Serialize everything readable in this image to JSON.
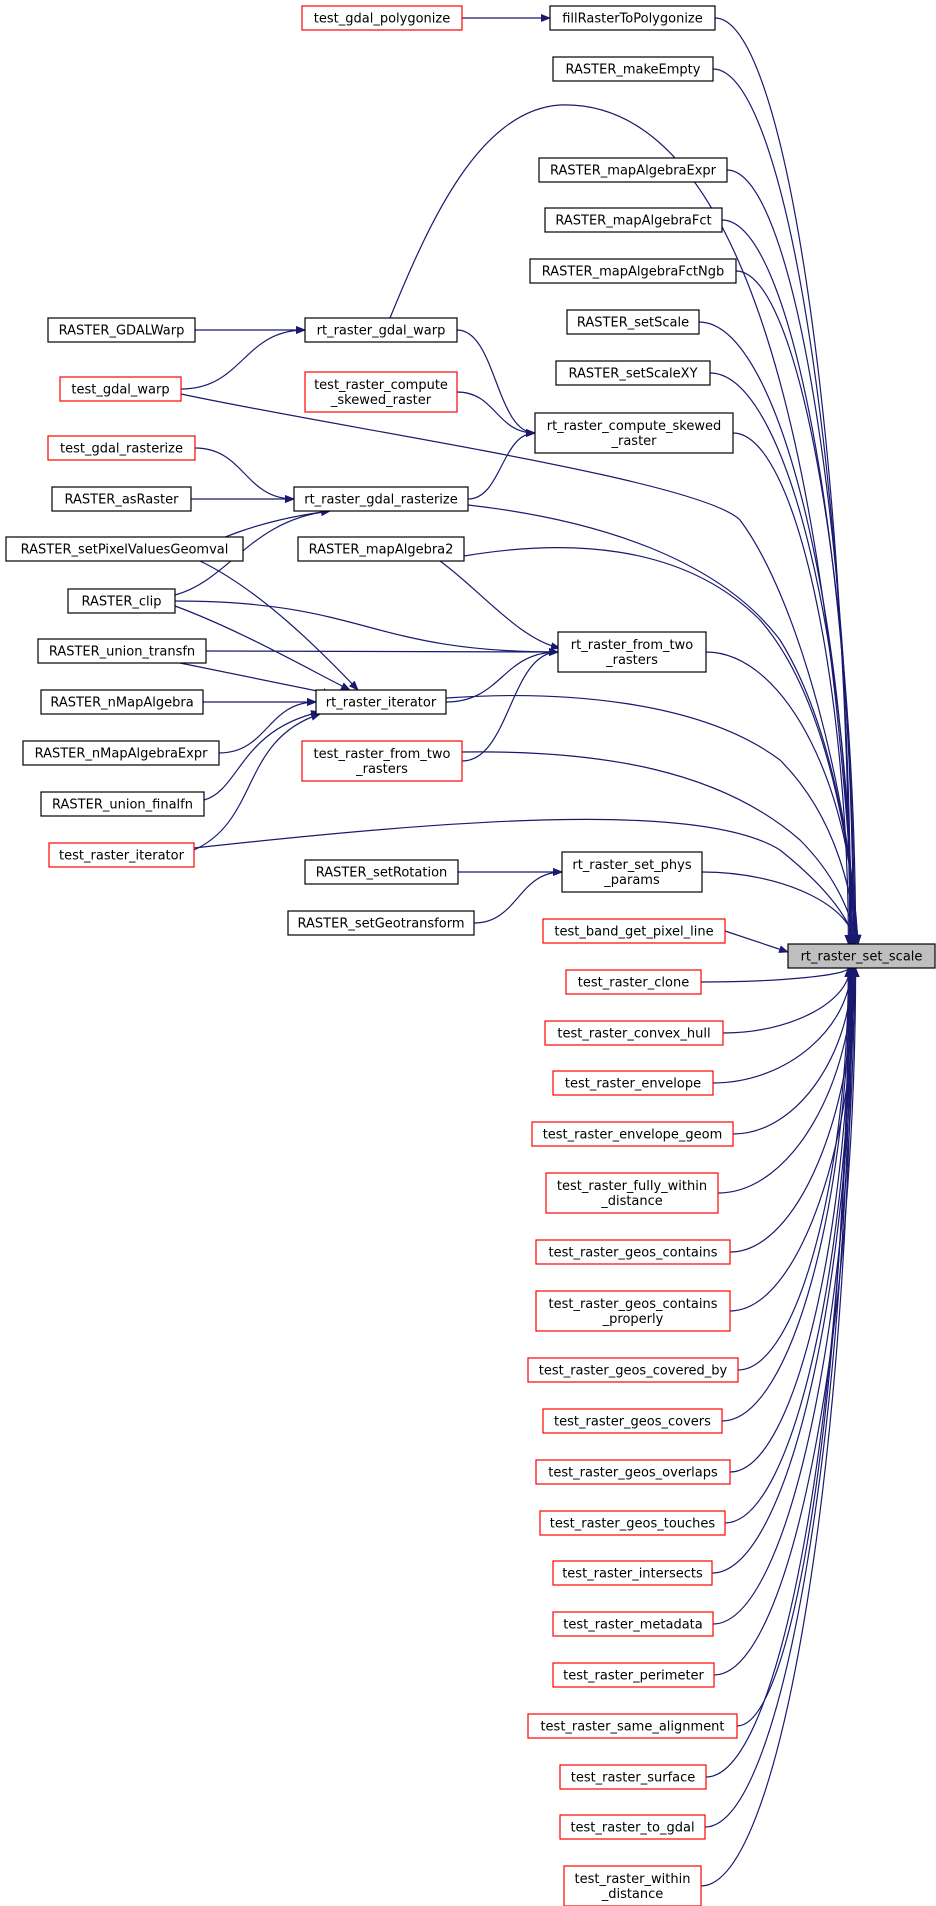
{
  "graph": {
    "target": "rt_raster_set_scale",
    "nodes": [
      {
        "id": "test_gdal_polygonize",
        "lines": [
          "test_gdal_polygonize"
        ],
        "color": "red"
      },
      {
        "id": "fillRasterToPolygonize",
        "lines": [
          "fillRasterToPolygonize"
        ],
        "color": "black"
      },
      {
        "id": "RASTER_makeEmpty",
        "lines": [
          "RASTER_makeEmpty"
        ],
        "color": "black"
      },
      {
        "id": "RASTER_mapAlgebraExpr",
        "lines": [
          "RASTER_mapAlgebraExpr"
        ],
        "color": "black"
      },
      {
        "id": "RASTER_mapAlgebraFct",
        "lines": [
          "RASTER_mapAlgebraFct"
        ],
        "color": "black"
      },
      {
        "id": "RASTER_mapAlgebraFctNgb",
        "lines": [
          "RASTER_mapAlgebraFctNgb"
        ],
        "color": "black"
      },
      {
        "id": "RASTER_GDALWarp",
        "lines": [
          "RASTER_GDALWarp"
        ],
        "color": "black"
      },
      {
        "id": "rt_raster_gdal_warp",
        "lines": [
          "rt_raster_gdal_warp"
        ],
        "color": "black"
      },
      {
        "id": "RASTER_setScale",
        "lines": [
          "RASTER_setScale"
        ],
        "color": "black"
      },
      {
        "id": "test_gdal_warp",
        "lines": [
          "test_gdal_warp"
        ],
        "color": "red"
      },
      {
        "id": "RASTER_setScaleXY",
        "lines": [
          "RASTER_setScaleXY"
        ],
        "color": "black"
      },
      {
        "id": "test_raster_compute_skewed_raster",
        "lines": [
          "test_raster_compute",
          "_skewed_raster"
        ],
        "color": "red"
      },
      {
        "id": "rt_raster_compute_skewed_raster",
        "lines": [
          "rt_raster_compute_skewed",
          "_raster"
        ],
        "color": "black"
      },
      {
        "id": "test_gdal_rasterize",
        "lines": [
          "test_gdal_rasterize"
        ],
        "color": "red"
      },
      {
        "id": "RASTER_asRaster",
        "lines": [
          "RASTER_asRaster"
        ],
        "color": "black"
      },
      {
        "id": "rt_raster_gdal_rasterize",
        "lines": [
          "rt_raster_gdal_rasterize"
        ],
        "color": "black"
      },
      {
        "id": "RASTER_setPixelValuesGeomval",
        "lines": [
          "RASTER_setPixelValuesGeomval"
        ],
        "color": "black"
      },
      {
        "id": "RASTER_mapAlgebra2",
        "lines": [
          "RASTER_mapAlgebra2"
        ],
        "color": "black"
      },
      {
        "id": "RASTER_clip",
        "lines": [
          "RASTER_clip"
        ],
        "color": "black"
      },
      {
        "id": "rt_raster_from_two_rasters",
        "lines": [
          "rt_raster_from_two",
          "_rasters"
        ],
        "color": "black"
      },
      {
        "id": "RASTER_union_transfn",
        "lines": [
          "RASTER_union_transfn"
        ],
        "color": "black"
      },
      {
        "id": "RASTER_nMapAlgebra",
        "lines": [
          "RASTER_nMapAlgebra"
        ],
        "color": "black"
      },
      {
        "id": "rt_raster_iterator",
        "lines": [
          "rt_raster_iterator"
        ],
        "color": "black"
      },
      {
        "id": "RASTER_nMapAlgebraExpr",
        "lines": [
          "RASTER_nMapAlgebraExpr"
        ],
        "color": "black"
      },
      {
        "id": "test_raster_from_two_rasters",
        "lines": [
          "test_raster_from_two",
          "_rasters"
        ],
        "color": "red"
      },
      {
        "id": "RASTER_union_finalfn",
        "lines": [
          "RASTER_union_finalfn"
        ],
        "color": "black"
      },
      {
        "id": "test_raster_iterator",
        "lines": [
          "test_raster_iterator"
        ],
        "color": "red"
      },
      {
        "id": "RASTER_setRotation",
        "lines": [
          "RASTER_setRotation"
        ],
        "color": "black"
      },
      {
        "id": "rt_raster_set_phys_params",
        "lines": [
          "rt_raster_set_phys",
          "_params"
        ],
        "color": "black"
      },
      {
        "id": "RASTER_setGeotransform",
        "lines": [
          "RASTER_setGeotransform"
        ],
        "color": "black"
      },
      {
        "id": "test_band_get_pixel_line",
        "lines": [
          "test_band_get_pixel_line"
        ],
        "color": "red"
      },
      {
        "id": "rt_raster_set_scale",
        "lines": [
          "rt_raster_set_scale"
        ],
        "color": "target"
      },
      {
        "id": "test_raster_clone",
        "lines": [
          "test_raster_clone"
        ],
        "color": "red"
      },
      {
        "id": "test_raster_convex_hull",
        "lines": [
          "test_raster_convex_hull"
        ],
        "color": "red"
      },
      {
        "id": "test_raster_envelope",
        "lines": [
          "test_raster_envelope"
        ],
        "color": "red"
      },
      {
        "id": "test_raster_envelope_geom",
        "lines": [
          "test_raster_envelope_geom"
        ],
        "color": "red"
      },
      {
        "id": "test_raster_fully_within_distance",
        "lines": [
          "test_raster_fully_within",
          "_distance"
        ],
        "color": "red"
      },
      {
        "id": "test_raster_geos_contains",
        "lines": [
          "test_raster_geos_contains"
        ],
        "color": "red"
      },
      {
        "id": "test_raster_geos_contains_properly",
        "lines": [
          "test_raster_geos_contains",
          "_properly"
        ],
        "color": "red"
      },
      {
        "id": "test_raster_geos_covered_by",
        "lines": [
          "test_raster_geos_covered_by"
        ],
        "color": "red"
      },
      {
        "id": "test_raster_geos_covers",
        "lines": [
          "test_raster_geos_covers"
        ],
        "color": "red"
      },
      {
        "id": "test_raster_geos_overlaps",
        "lines": [
          "test_raster_geos_overlaps"
        ],
        "color": "red"
      },
      {
        "id": "test_raster_geos_touches",
        "lines": [
          "test_raster_geos_touches"
        ],
        "color": "red"
      },
      {
        "id": "test_raster_intersects",
        "lines": [
          "test_raster_intersects"
        ],
        "color": "red"
      },
      {
        "id": "test_raster_metadata",
        "lines": [
          "test_raster_metadata"
        ],
        "color": "red"
      },
      {
        "id": "test_raster_perimeter",
        "lines": [
          "test_raster_perimeter"
        ],
        "color": "red"
      },
      {
        "id": "test_raster_same_alignment",
        "lines": [
          "test_raster_same_alignment"
        ],
        "color": "red"
      },
      {
        "id": "test_raster_surface",
        "lines": [
          "test_raster_surface"
        ],
        "color": "red"
      },
      {
        "id": "test_raster_to_gdal",
        "lines": [
          "test_raster_to_gdal"
        ],
        "color": "red"
      },
      {
        "id": "test_raster_within_distance",
        "lines": [
          "test_raster_within",
          "_distance"
        ],
        "color": "red"
      }
    ],
    "edges": [
      [
        "test_gdal_polygonize",
        "fillRasterToPolygonize"
      ],
      [
        "fillRasterToPolygonize",
        "rt_raster_set_scale"
      ],
      [
        "RASTER_makeEmpty",
        "rt_raster_set_scale"
      ],
      [
        "rt_raster_gdal_warp",
        "rt_raster_set_scale"
      ],
      [
        "RASTER_mapAlgebraExpr",
        "rt_raster_set_scale"
      ],
      [
        "RASTER_mapAlgebraFct",
        "rt_raster_set_scale"
      ],
      [
        "RASTER_mapAlgebraFctNgb",
        "rt_raster_set_scale"
      ],
      [
        "RASTER_GDALWarp",
        "rt_raster_gdal_warp"
      ],
      [
        "test_gdal_warp",
        "rt_raster_gdal_warp"
      ],
      [
        "RASTER_setScale",
        "rt_raster_set_scale"
      ],
      [
        "RASTER_setScaleXY",
        "rt_raster_set_scale"
      ],
      [
        "rt_raster_gdal_warp",
        "rt_raster_compute_skewed_raster"
      ],
      [
        "test_raster_compute_skewed_raster",
        "rt_raster_compute_skewed_raster"
      ],
      [
        "rt_raster_gdal_rasterize",
        "rt_raster_compute_skewed_raster"
      ],
      [
        "rt_raster_compute_skewed_raster",
        "rt_raster_set_scale"
      ],
      [
        "test_gdal_warp",
        "rt_raster_set_scale"
      ],
      [
        "test_gdal_rasterize",
        "rt_raster_gdal_rasterize"
      ],
      [
        "RASTER_asRaster",
        "rt_raster_gdal_rasterize"
      ],
      [
        "RASTER_setPixelValuesGeomval",
        "rt_raster_gdal_rasterize"
      ],
      [
        "RASTER_clip",
        "rt_raster_gdal_rasterize"
      ],
      [
        "rt_raster_gdal_rasterize",
        "rt_raster_set_scale"
      ],
      [
        "RASTER_mapAlgebra2",
        "rt_raster_set_scale"
      ],
      [
        "RASTER_mapAlgebra2",
        "rt_raster_from_two_rasters"
      ],
      [
        "RASTER_clip",
        "rt_raster_from_two_rasters"
      ],
      [
        "RASTER_union_transfn",
        "rt_raster_from_two_rasters"
      ],
      [
        "rt_raster_iterator",
        "rt_raster_from_two_rasters"
      ],
      [
        "test_raster_from_two_rasters",
        "rt_raster_from_two_rasters"
      ],
      [
        "rt_raster_from_two_rasters",
        "rt_raster_set_scale"
      ],
      [
        "RASTER_setPixelValuesGeomval",
        "rt_raster_iterator"
      ],
      [
        "RASTER_clip",
        "rt_raster_iterator"
      ],
      [
        "RASTER_union_transfn",
        "rt_raster_iterator"
      ],
      [
        "RASTER_nMapAlgebra",
        "rt_raster_iterator"
      ],
      [
        "RASTER_nMapAlgebraExpr",
        "rt_raster_iterator"
      ],
      [
        "RASTER_union_finalfn",
        "rt_raster_iterator"
      ],
      [
        "test_raster_iterator",
        "rt_raster_iterator"
      ],
      [
        "rt_raster_iterator",
        "rt_raster_set_scale"
      ],
      [
        "test_raster_from_two_rasters",
        "rt_raster_set_scale"
      ],
      [
        "test_raster_iterator",
        "rt_raster_set_scale"
      ],
      [
        "RASTER_setRotation",
        "rt_raster_set_phys_params"
      ],
      [
        "RASTER_setGeotransform",
        "rt_raster_set_phys_params"
      ],
      [
        "rt_raster_set_phys_params",
        "rt_raster_set_scale"
      ],
      [
        "test_band_get_pixel_line",
        "rt_raster_set_scale"
      ],
      [
        "test_raster_clone",
        "rt_raster_set_scale"
      ],
      [
        "test_raster_convex_hull",
        "rt_raster_set_scale"
      ],
      [
        "test_raster_envelope",
        "rt_raster_set_scale"
      ],
      [
        "test_raster_envelope_geom",
        "rt_raster_set_scale"
      ],
      [
        "test_raster_fully_within_distance",
        "rt_raster_set_scale"
      ],
      [
        "test_raster_geos_contains",
        "rt_raster_set_scale"
      ],
      [
        "test_raster_geos_contains_properly",
        "rt_raster_set_scale"
      ],
      [
        "test_raster_geos_covered_by",
        "rt_raster_set_scale"
      ],
      [
        "test_raster_geos_covers",
        "rt_raster_set_scale"
      ],
      [
        "test_raster_geos_overlaps",
        "rt_raster_set_scale"
      ],
      [
        "test_raster_geos_touches",
        "rt_raster_set_scale"
      ],
      [
        "test_raster_intersects",
        "rt_raster_set_scale"
      ],
      [
        "test_raster_metadata",
        "rt_raster_set_scale"
      ],
      [
        "test_raster_perimeter",
        "rt_raster_set_scale"
      ],
      [
        "test_raster_same_alignment",
        "rt_raster_set_scale"
      ],
      [
        "test_raster_surface",
        "rt_raster_set_scale"
      ],
      [
        "test_raster_to_gdal",
        "rt_raster_set_scale"
      ],
      [
        "test_raster_within_distance",
        "rt_raster_set_scale"
      ]
    ]
  }
}
